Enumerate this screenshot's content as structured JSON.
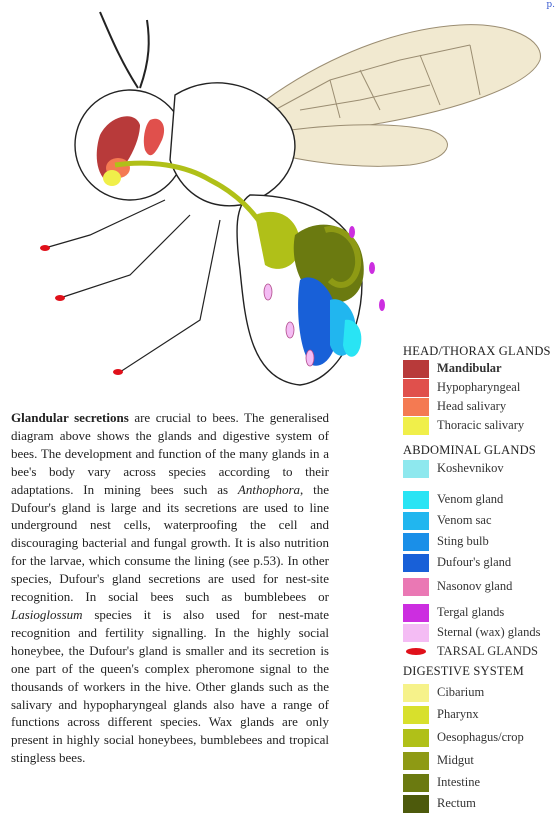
{
  "corner_text": "p.",
  "paragraph": {
    "lead": "Glandular secretions",
    "part1": " are crucial to bees. The generalised diagram above shows the glands and digestive system of bees. The development and function of the many glands in a bee's body vary across species according to their adaptations. In mining bees such as ",
    "genus1": "Anthophora",
    "part2": ", the Dufour's gland is large and its secretions are used to line underground nest cells, waterproofing the cell and discouraging bacterial and fungal growth. It is also nutrition for the larvae, which consume the lining (see p.53). In other species, Dufour's gland secretions are used for nest-site recognition. In social bees such as bumblebees or ",
    "genus2": "Lasioglossum",
    "part3": " species it is also used for nest-mate recognition and fertility signalling. In the highly social honeybee, the Dufour's gland is smaller and its secretion is one part of the queen's complex pheromone signal to the thousands of workers in the hive. Other glands such as the salivary and hypopharyngeal glands also have a range of functions across different species. Wax glands are only present in highly social honeybees, bumblebees and tropical stingless bees."
  },
  "legend": {
    "head_thorax": {
      "heading": "HEAD/THORAX GLANDS",
      "items": [
        {
          "label": "Mandibular",
          "color": "#b83a3a"
        },
        {
          "label": "Hypopharyngeal",
          "color": "#e0504c"
        },
        {
          "label": "Head salivary",
          "color": "#f47a52"
        },
        {
          "label": "Thoracic salivary",
          "color": "#f0ef4a"
        }
      ]
    },
    "abdominal": {
      "heading": "ABDOMINAL GLANDS",
      "items": [
        {
          "label": "Koshevnikov",
          "color": "#8ee8ee"
        },
        {
          "label": "Venom gland",
          "color": "#29e4f4"
        },
        {
          "label": "Venom sac",
          "color": "#21b6ef"
        },
        {
          "label": "Sting bulb",
          "color": "#1a8fe8"
        },
        {
          "label": "Dufour's gland",
          "color": "#1860d8"
        },
        {
          "label": "Nasonov gland",
          "color": "#ea78b4"
        },
        {
          "label": "Tergal glands",
          "color": "#cc2ee0"
        },
        {
          "label": "Sternal (wax) glands",
          "color": "#f4bcf4"
        }
      ]
    },
    "tarsal": {
      "label": "TARSAL GLANDS",
      "color": "#e0101a"
    },
    "digestive": {
      "heading": "DIGESTIVE SYSTEM",
      "items": [
        {
          "label": "Cibarium",
          "color": "#f6f28a"
        },
        {
          "label": "Pharynx",
          "color": "#d8e02c"
        },
        {
          "label": "Oesophagus/crop",
          "color": "#b0c018"
        },
        {
          "label": "Midgut",
          "color": "#8e9a14"
        },
        {
          "label": "Intestine",
          "color": "#6b7a10"
        },
        {
          "label": "Rectum",
          "color": "#4d5a0c"
        }
      ]
    }
  }
}
